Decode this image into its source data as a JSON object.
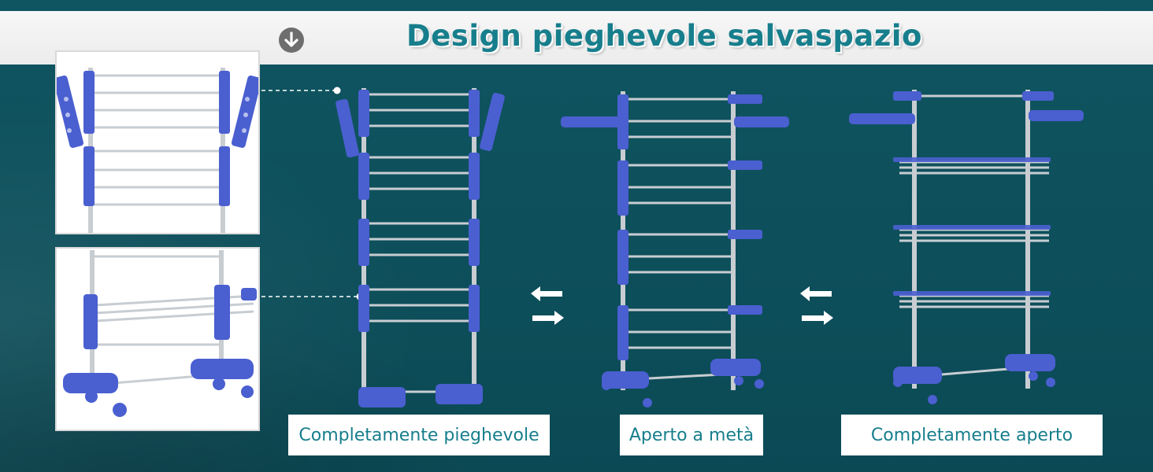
{
  "header": {
    "title": "Design pieghevole salvaspazio"
  },
  "labels": {
    "fully_folded": "Completamente pieghevole",
    "half_open": "Aperto a metà",
    "fully_open": "Completamente aperto"
  },
  "colors": {
    "background": "#0d4f5a",
    "title": "#177e8c",
    "plastic_blue": "#4a5fd0",
    "steel": "#c8cdd2"
  },
  "icons": {
    "header_icon": "chevron-down-circle-icon",
    "swap_icon": "swap-arrows-icon"
  }
}
